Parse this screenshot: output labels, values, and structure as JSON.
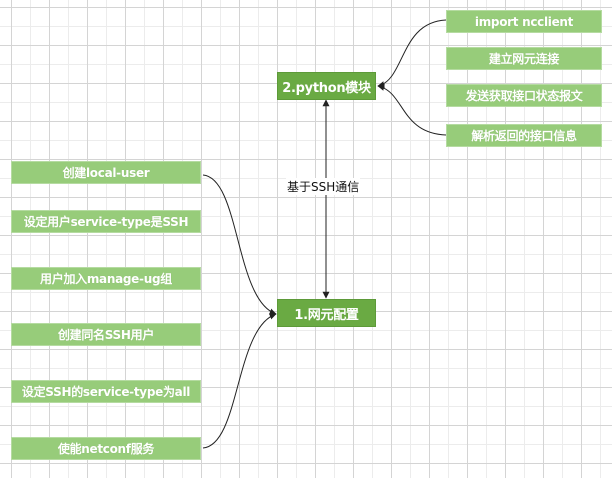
{
  "diagram": {
    "hub_python": {
      "label": "2.python模块"
    },
    "hub_network": {
      "label": "1.网元配置"
    },
    "python_steps": [
      {
        "label": "import ncclient"
      },
      {
        "label": "建立网元连接"
      },
      {
        "label": "发送获取接口状态报文"
      },
      {
        "label": "解析返回的接口信息"
      }
    ],
    "network_steps": [
      {
        "label": "创建local-user"
      },
      {
        "label": "设定用户service-type是SSH"
      },
      {
        "label": "用户加入manage-ug组"
      },
      {
        "label": "创建同名SSH用户"
      },
      {
        "label": "设定SSH的service-type为all"
      },
      {
        "label": "使能netconf服务"
      }
    ],
    "link_label": "基于SSH通信",
    "colors": {
      "leaf_fill": "#97cc7a",
      "hub_fill": "#6aaa43",
      "edge": "#222222"
    }
  }
}
